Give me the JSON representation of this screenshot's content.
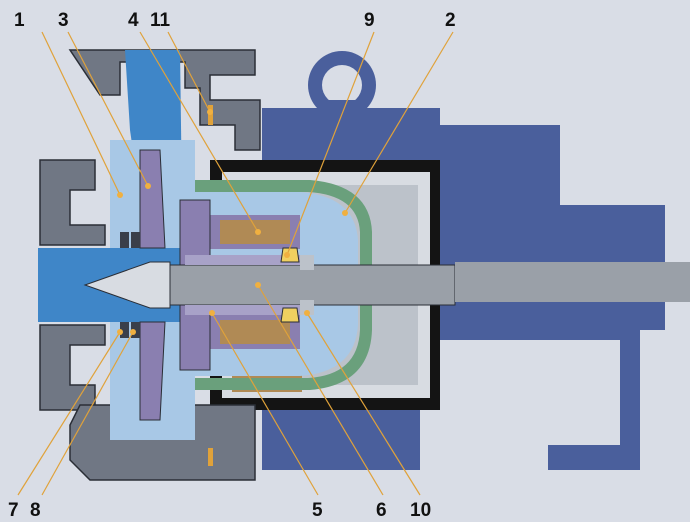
{
  "diagram": {
    "labels": [
      {
        "id": "1",
        "text": "1"
      },
      {
        "id": "3",
        "text": "3"
      },
      {
        "id": "4",
        "text": "4"
      },
      {
        "id": "11",
        "text": "11"
      },
      {
        "id": "9",
        "text": "9"
      },
      {
        "id": "2",
        "text": "2"
      },
      {
        "id": "7",
        "text": "7"
      },
      {
        "id": "8",
        "text": "8"
      },
      {
        "id": "5",
        "text": "5"
      },
      {
        "id": "6",
        "text": "6"
      },
      {
        "id": "10",
        "text": "10"
      }
    ],
    "colors": {
      "background": "#d9dde6",
      "motor_blue": "#4a5f9c",
      "casing_gray": "#707784",
      "fluid_blue": "#3f86c8",
      "light_blue": "#a8c8e6",
      "magnet_bronze": "#b08a55",
      "containment_green": "#6aa07c",
      "shaft_gray": "#9aa0a8",
      "leader_orange": "#e0a23a",
      "black": "#141414"
    }
  }
}
